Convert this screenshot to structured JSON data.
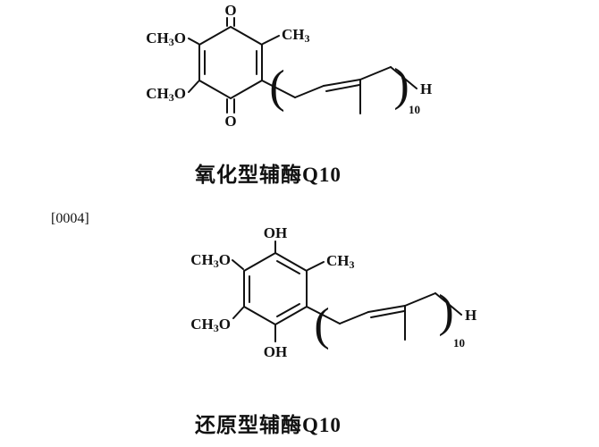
{
  "page": {
    "background": "#ffffff",
    "ink": "#111111",
    "paragraph_marker": "[0004]"
  },
  "shared": {
    "methoxy_main": "CH",
    "methoxy_sub": "3",
    "methoxy_tail": "O",
    "methyl_main": "CH",
    "methyl_sub": "3",
    "paren_open": "(",
    "paren_close": ")",
    "repeat_count": "10",
    "terminal_h": "H"
  },
  "oxidized": {
    "caption": "氧化型辅酶Q10",
    "carbonyl": "O"
  },
  "reduced": {
    "caption": "还原型辅酶Q10",
    "hydroxyl": "OH"
  }
}
